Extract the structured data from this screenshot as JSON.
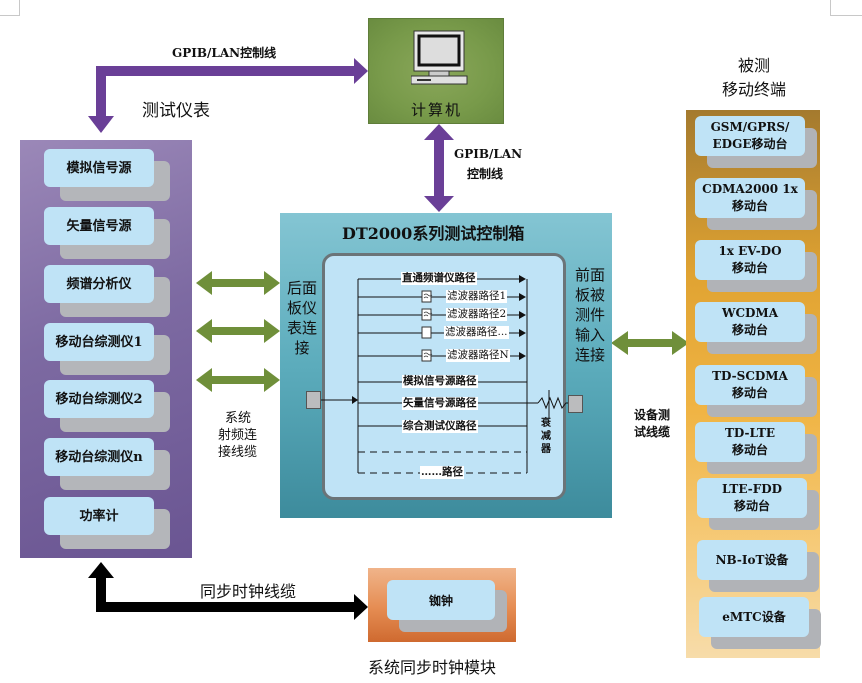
{
  "diagram": {
    "title_control_box": "DT2000系列测试控制箱",
    "computer": {
      "label": "计算机",
      "icon": "computer-monitor-icon"
    },
    "links": {
      "gpib_top": "GPIB/LAN控制线",
      "gpib_vertical_line1": "GPIB/LAN",
      "gpib_vertical_line2": "控制线",
      "rf_cable_line1": "系统",
      "rf_cable_line2": "射频连",
      "rf_cable_line3": "接线缆",
      "device_cable_line1": "设备测",
      "device_cable_line2": "试线缆",
      "sync_cable": "同步时钟线缆"
    },
    "instruments": {
      "title": "测试仪表",
      "items": [
        "模拟信号源",
        "矢量信号源",
        "频谱分析仪",
        "移动台综测仪1",
        "移动台综测仪2",
        "移动台综测仪n",
        "功率计"
      ]
    },
    "dut": {
      "title_line1": "被测",
      "title_line2": "移动终端",
      "items": [
        {
          "line1": "GSM/GPRS/",
          "line2": "EDGE移动台"
        },
        {
          "line1": "CDMA2000 1x",
          "line2": "移动台"
        },
        {
          "line1": "1x EV-DO",
          "line2": "移动台"
        },
        {
          "line1": "WCDMA",
          "line2": "移动台"
        },
        {
          "line1": "TD-SCDMA",
          "line2": "移动台"
        },
        {
          "line1": "TD-LTE",
          "line2": "移动台"
        },
        {
          "line1": "LTE-FDD",
          "line2": "移动台"
        },
        {
          "line1": "NB-IoT设备",
          "line2": ""
        },
        {
          "line1": "eMTC设备",
          "line2": ""
        }
      ]
    },
    "control_box": {
      "rear_label": [
        "后面",
        "板仪",
        "表连",
        "接"
      ],
      "front_label": [
        "前面",
        "板被",
        "测件",
        "输入",
        "连接"
      ],
      "attenuator_label": [
        "衰",
        "减",
        "器"
      ],
      "paths": [
        "直通频谱仪路径",
        "滤波器路径1",
        "滤波器路径2",
        "滤波器路径...",
        "滤波器路径N",
        "模拟信号源路径",
        "矢量信号源路径",
        "综合测试仪路径",
        "……路径"
      ]
    },
    "clock": {
      "card_label": "铷钟",
      "module_title": "系统同步时钟模块"
    },
    "colors": {
      "gpib_arrow": "#6a3f97",
      "rf_arrow": "#6f8f3a",
      "sync_arrow": "#000000",
      "instrument_panel": "#7d6aa2",
      "dut_panel": "#e8a838",
      "control_box": "#5cacbc",
      "card": "#bfe3f6"
    }
  }
}
